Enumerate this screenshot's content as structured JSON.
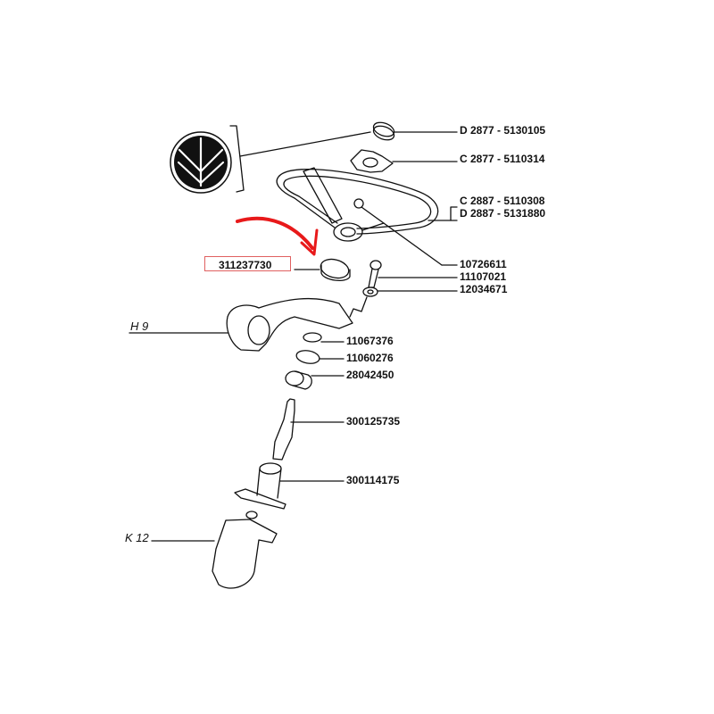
{
  "diagram": {
    "title": "Steering column exploded parts diagram",
    "highlight": {
      "part_number": "311237730",
      "box_color": "#e06060",
      "arrow_color": "#e8191a"
    },
    "references": {
      "h9": "H 9",
      "k12": "K 12"
    },
    "parts": [
      {
        "id": "cap-badge",
        "label": "D 2877 - 5130105"
      },
      {
        "id": "hub-cover",
        "label": "C 2877 - 5110314"
      },
      {
        "id": "wheel-c",
        "label": "C 2887 - 5110308"
      },
      {
        "id": "wheel-d",
        "label": "D 2887 - 5131880"
      },
      {
        "id": "nut",
        "label": "10726611"
      },
      {
        "id": "bolt",
        "label": "11107021"
      },
      {
        "id": "washer",
        "label": "12034671"
      },
      {
        "id": "circlip",
        "label": "11067376"
      },
      {
        "id": "ring",
        "label": "11060276"
      },
      {
        "id": "bearing",
        "label": "28042450"
      },
      {
        "id": "shaft",
        "label": "300125735"
      },
      {
        "id": "column-tube",
        "label": "300114175"
      }
    ]
  }
}
